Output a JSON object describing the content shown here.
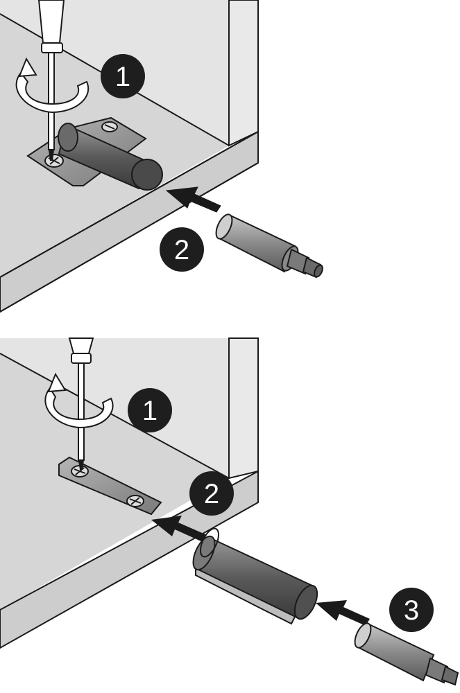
{
  "panels": [
    {
      "name": "top-panel",
      "steps": [
        {
          "label": "1"
        },
        {
          "label": "2"
        }
      ]
    },
    {
      "name": "bottom-panel",
      "steps": [
        {
          "label": "1"
        },
        {
          "label": "2"
        },
        {
          "label": "3"
        }
      ]
    }
  ],
  "colors": {
    "outline": "#1a1a1a",
    "cabinet_face": "#d9d9d9",
    "cabinet_side": "#e6e6e6",
    "metal": "#a8a8a8",
    "dark_metal": "#555555",
    "badge": "#1e1e1e",
    "badge_text": "#ffffff",
    "white": "#ffffff"
  }
}
